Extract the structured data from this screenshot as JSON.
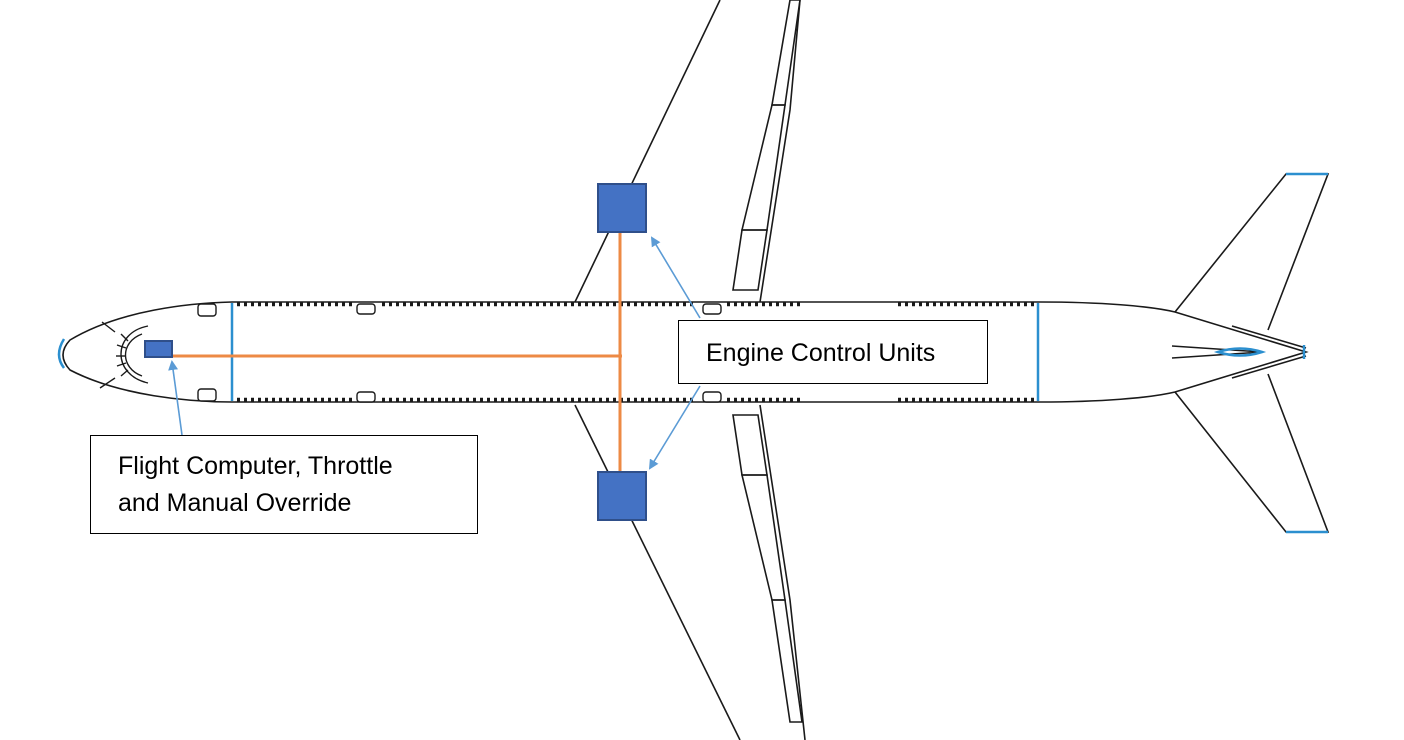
{
  "labels": {
    "engine_control_units": "Engine Control Units",
    "flight_computer": [
      "Flight Computer, Throttle",
      "and Manual Override"
    ]
  },
  "colors": {
    "airframe_outline": "#1a1a1a",
    "bulkhead_and_tips": "#2b8fcf",
    "control_unit_fill": "#4472c4",
    "control_unit_border": "#2f4f8a",
    "wiring": "#ed8a45",
    "callout_arrow": "#5b9bd5"
  },
  "components": [
    {
      "id": "flight-computer",
      "name_ref": "flight_computer"
    },
    {
      "id": "ecu-left-wing",
      "name_ref": "engine_control_units"
    },
    {
      "id": "ecu-right-wing",
      "name_ref": "engine_control_units"
    }
  ]
}
